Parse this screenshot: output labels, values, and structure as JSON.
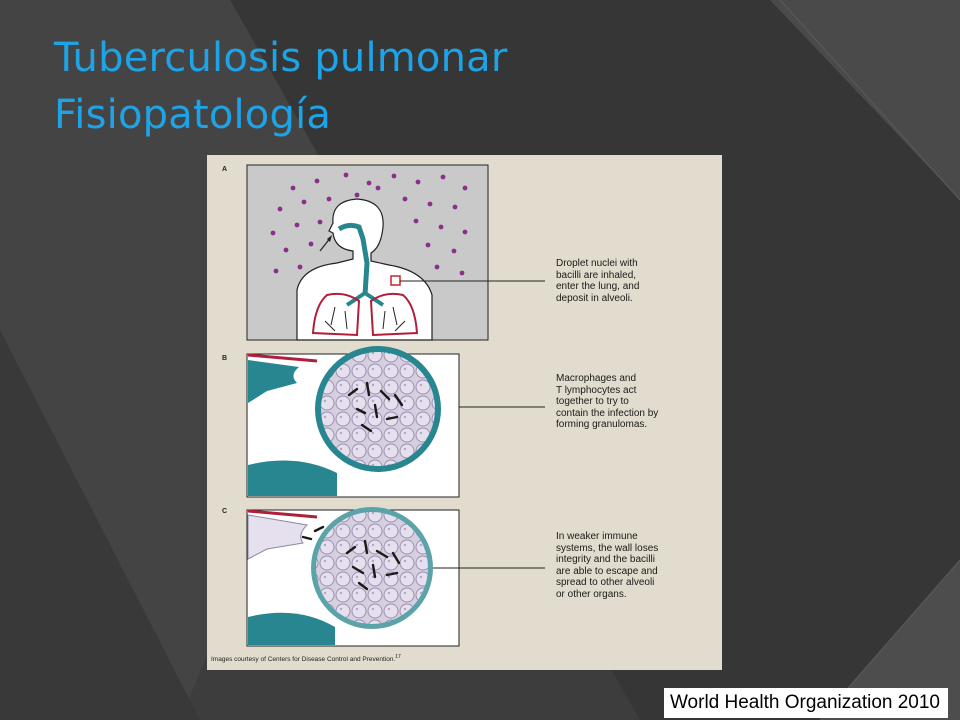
{
  "slide": {
    "title_line1": "Tuberculosis pulmonar",
    "title_line2": "Fisiopatología",
    "footer_source": "World Health Organization 2010"
  },
  "figure": {
    "panels": [
      {
        "letter": "A",
        "caption": [
          "Droplet nuclei with",
          "bacilli are inhaled,",
          "enter the lung, and",
          "deposit in alveoli."
        ]
      },
      {
        "letter": "B",
        "caption": [
          "Macrophages and",
          "T lymphocytes act",
          "together to try to",
          "contain the infection by",
          "forming granulomas."
        ]
      },
      {
        "letter": "C",
        "caption": [
          "In weaker immune",
          "systems, the wall loses",
          "integrity and the bacilli",
          "are able to escape and",
          "spread to other alveoli",
          "or other organs."
        ]
      }
    ],
    "credit": "Images courtesy of Centers for Disease Control and Prevention.",
    "credit_ref": "17"
  },
  "colors": {
    "background": "#3d3d3d",
    "title": "#1ea3e6",
    "figure_bg": "#e1dccd",
    "teal": "#27868f",
    "droplets": "#8b2f8b",
    "lungs": "#b01f3a"
  }
}
